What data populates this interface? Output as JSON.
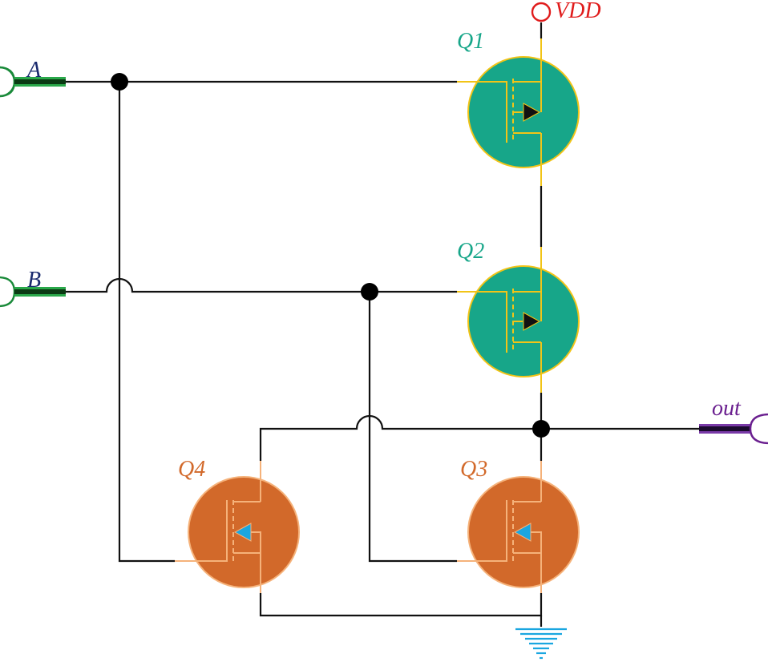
{
  "labels": {
    "vdd": "VDD",
    "input_a": "A",
    "input_b": "B",
    "output": "out",
    "q1": "Q1",
    "q2": "Q2",
    "q3": "Q3",
    "q4": "Q4"
  },
  "colors": {
    "pmos_fill": "#17a689",
    "pmos_outline": "#f2c417",
    "nmos_fill": "#d2692a",
    "nmos_outline": "#f5b27a",
    "pmos_arrow": "#111111",
    "nmos_arrow": "#1aa6e0",
    "vdd": "#e01b1b",
    "input_port": "#1a8a3a",
    "output_port": "#6a1f8f",
    "ground": "#1aa6e0",
    "wire": "#111111",
    "input_label": "#1a2a6e",
    "pmos_label": "#17a689",
    "nmos_label": "#d2692a",
    "output_label": "#6a1f8f"
  },
  "icons": {
    "vdd": "vdd-supply-icon",
    "ground": "ground-icon",
    "input_port": "input-port-icon",
    "output_port": "output-port-icon",
    "pmos": "pmos-transistor-icon",
    "nmos": "nmos-transistor-icon"
  }
}
